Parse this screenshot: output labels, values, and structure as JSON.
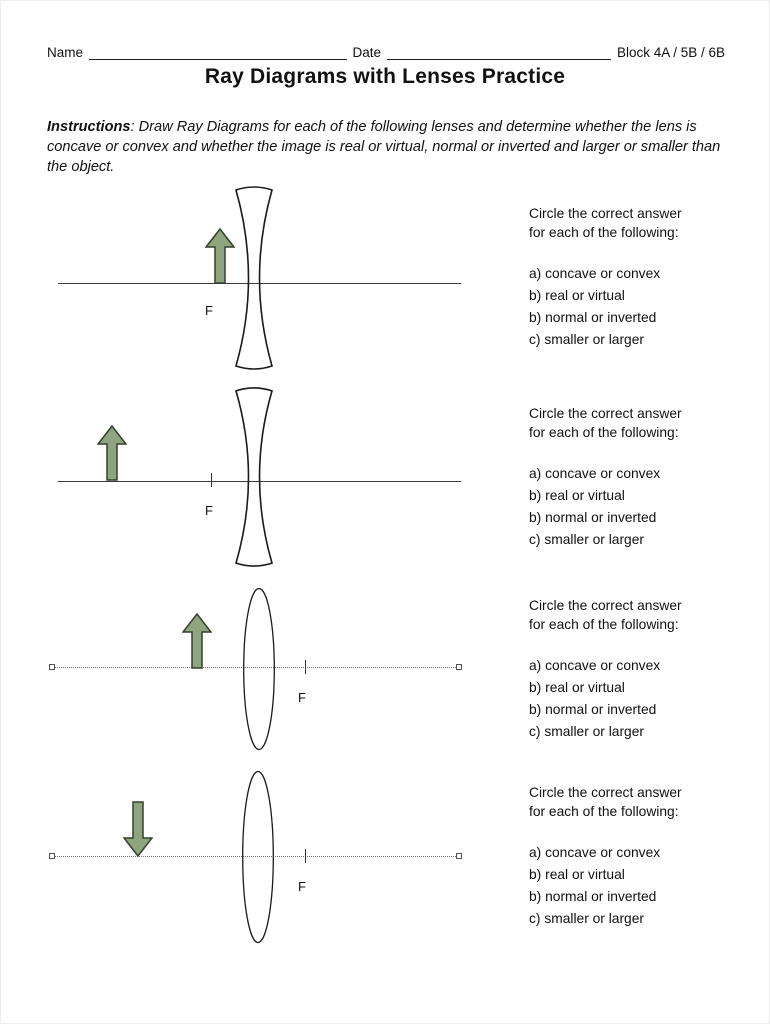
{
  "page": {
    "header": {
      "name_label": "Name",
      "date_label": "Date",
      "block_label": "Block 4A / 5B / 6B"
    },
    "title": "Ray Diagrams with Lenses Practice",
    "instructions": {
      "label": "Instructions",
      "body": ": Draw Ray Diagrams for each of the following lenses and determine whether the lens is concave or convex and whether the image is real or virtual, normal or inverted and larger or smaller than the object."
    }
  },
  "question_block": {
    "prompt_line1": "Circle the correct answer",
    "prompt_line2": "for each of the following:",
    "options": [
      "a) concave or convex",
      "b) real or virtual",
      "b) normal or inverted",
      "c) smaller or larger"
    ]
  },
  "diagrams": [
    {
      "lens": "biconcave",
      "arrow_direction": "up",
      "focal_label": "F"
    },
    {
      "lens": "biconcave",
      "arrow_direction": "up",
      "focal_label": "F"
    },
    {
      "lens": "biconvex",
      "arrow_direction": "up",
      "focal_label": "F"
    },
    {
      "lens": "biconvex",
      "arrow_direction": "down",
      "focal_label": "F"
    }
  ],
  "colors": {
    "arrow_fill": "#8ea57f",
    "arrow_stroke": "#33402b",
    "line_color": "#3c3c3c",
    "dotted_line_color": "#6e6e6e",
    "lens_stroke": "#1a1a1a"
  }
}
